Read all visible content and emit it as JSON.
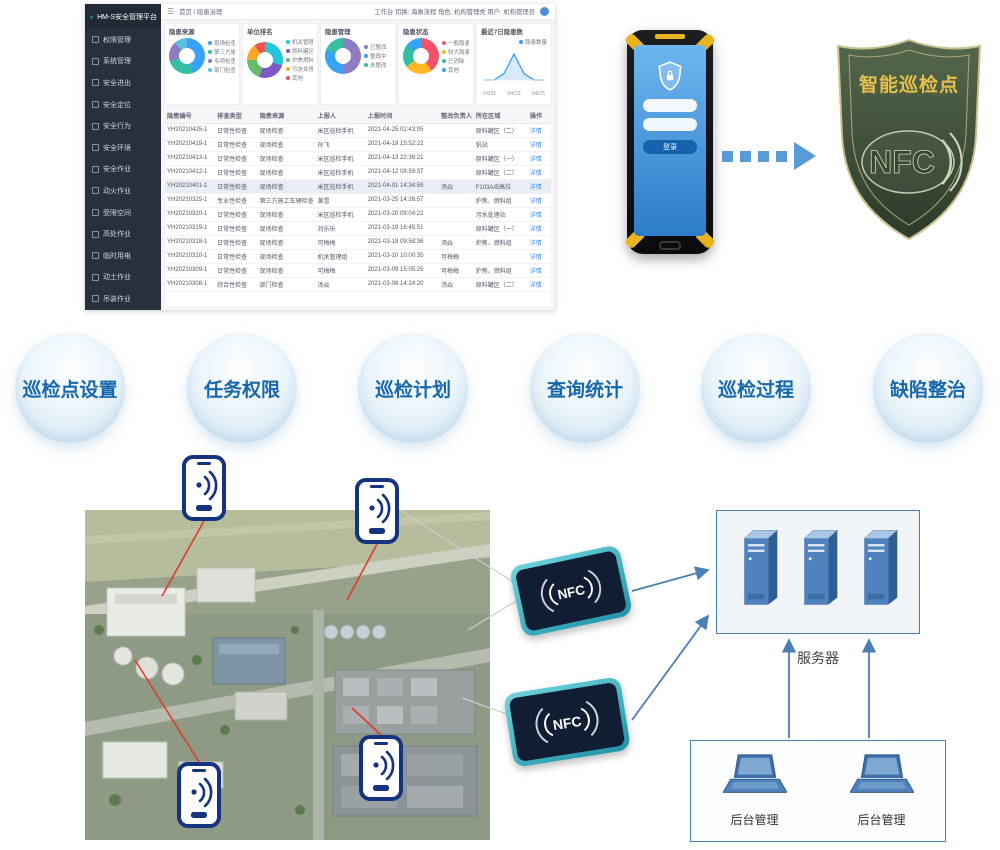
{
  "dashboard": {
    "logo": "HM-S安全管理平台",
    "topbar_right": "工作台   切换: 海象流程   角色: 机构管理类   用户: 机构管理员",
    "breadcrumb": "首页 / 隐患治理",
    "sidebar": {
      "items": [
        "权限管理",
        "系统管理",
        "安全进出",
        "安全定位",
        "安全行为",
        "安全环境",
        "安全作业",
        "动火作业",
        "受限空间",
        "高处作业",
        "临时用电",
        "动土作业",
        "吊装作业"
      ]
    },
    "panels": [
      {
        "title": "隐患来源",
        "type": "donut",
        "segments": [
          {
            "label": "现场检查",
            "value": 45,
            "color": "#36a3f7"
          },
          {
            "label": "第三方施工检查",
            "value": 25,
            "color": "#34bfa3"
          },
          {
            "label": "专项检查",
            "value": 18,
            "color": "#8e7cc3"
          },
          {
            "label": "部门检查",
            "value": 12,
            "color": "#5bc0de"
          }
        ]
      },
      {
        "title": "单位排名",
        "type": "donut",
        "segments": [
          {
            "label": "机关管理组",
            "value": 30,
            "color": "#26c6da"
          },
          {
            "label": "原料罐区",
            "value": 25,
            "color": "#7e57c2"
          },
          {
            "label": "炉焦燃料组",
            "value": 20,
            "color": "#66bb6a"
          },
          {
            "label": "污水处理站",
            "value": 15,
            "color": "#ffa726"
          },
          {
            "label": "其他",
            "value": 10,
            "color": "#ef5350"
          }
        ]
      },
      {
        "title": "隐患管理",
        "type": "donut",
        "segments": [
          {
            "label": "已整改",
            "value": 50,
            "color": "#8e7cc3"
          },
          {
            "label": "整改中",
            "value": 30,
            "color": "#36a3f7"
          },
          {
            "label": "未整改",
            "value": 20,
            "color": "#34bfa3"
          }
        ]
      },
      {
        "title": "隐患状态",
        "type": "donut",
        "segments": [
          {
            "label": "一般隐患",
            "value": 40,
            "color": "#f4516c"
          },
          {
            "label": "较大隐患",
            "value": 25,
            "color": "#ffb822"
          },
          {
            "label": "已消除",
            "value": 20,
            "color": "#34bfa3"
          },
          {
            "label": "其他",
            "value": 15,
            "color": "#36a3f7"
          }
        ]
      },
      {
        "title": "最近7日隐患数",
        "type": "line",
        "legend": "隐患数量",
        "x": [
          "04/21",
          "04/23",
          "04/25"
        ],
        "values": [
          0,
          0,
          1,
          4,
          1,
          0,
          0
        ]
      }
    ],
    "table": {
      "headers": [
        "隐患编号",
        "排查类型",
        "隐患来源",
        "上报人",
        "上报时间",
        "整改负责人",
        "所在区域",
        "操作"
      ],
      "op_label": "详情",
      "highlighted_row": 4,
      "rows": [
        [
          "YH20210425-1",
          "日常性检查",
          "现场检查",
          "米区巡检手机",
          "2021-04-25 02:43:05",
          "",
          "原料罐区（二）"
        ],
        [
          "YH20210419-1",
          "日常性检查",
          "现场检查",
          "孙飞",
          "2021-04-19 15:52:22",
          "",
          "钒站"
        ],
        [
          "YH20210413-1",
          "日常性检查",
          "现场检查",
          "米区巡检手机",
          "2021-04-13 22:36:21",
          "",
          "原料罐区（一）"
        ],
        [
          "YH20210412-1",
          "日常性检查",
          "现场检查",
          "米区巡检手机",
          "2021-04-12 08:59:37",
          "",
          "原料罐区（二）"
        ],
        [
          "YH20210401-1",
          "日常性检查",
          "现场检查",
          "米区巡检手机",
          "2021-04-01 14:34:59",
          "汤焱",
          "F103A/B高位"
        ],
        [
          "YH20210325-1",
          "专业性检查",
          "第三方施工车辆检查",
          "黄雪",
          "2021-03-25 14:26:57",
          "",
          "炉焦、燃料组"
        ],
        [
          "YH20210320-1",
          "日常性检查",
          "现场检查",
          "米区巡检手机",
          "2021-03-20 09:04:22",
          "",
          "污水处理站"
        ],
        [
          "YH20210319-1",
          "日常性检查",
          "现场检查",
          "刘乐乐",
          "2021-03-19 16:45:51",
          "",
          "原料罐区（一）"
        ],
        [
          "YH20210318-1",
          "日常性检查",
          "现场检查",
          "可梅梅",
          "2021-03-18 09:58:36",
          "汤焱",
          "炉焦、燃料组"
        ],
        [
          "YH20210310-1",
          "日常性检查",
          "现场检查",
          "机关管理组",
          "2021-03-10 10:00:35",
          "可梅梅",
          ""
        ],
        [
          "YH20210309-1",
          "日常性检查",
          "现场检查",
          "可梅梅",
          "2021-03-09 15:05:25",
          "可梅梅",
          "炉焦、燃料组"
        ],
        [
          "YH20210308-1",
          "综合性检查",
          "部门检查",
          "汤焱",
          "2021-03-08 14:24:20",
          "汤焱",
          "原料罐区（二）"
        ]
      ]
    }
  },
  "phone_login": {
    "login_button": "登录"
  },
  "badge": {
    "title": "智能巡检点",
    "nfc": "NFC"
  },
  "features": [
    "巡检点设置",
    "任务权限",
    "巡检计划",
    "查询统计",
    "巡检过程",
    "缺陷整治"
  ],
  "diagram": {
    "server_label": "服务器",
    "admin_labels": [
      "后台管理",
      "后台管理"
    ],
    "nfc_label": "NFC"
  },
  "colors": {
    "accent_blue": "#4a7fb5",
    "arrow_blue": "#5b9bd5",
    "red_line": "#e03a2f"
  }
}
